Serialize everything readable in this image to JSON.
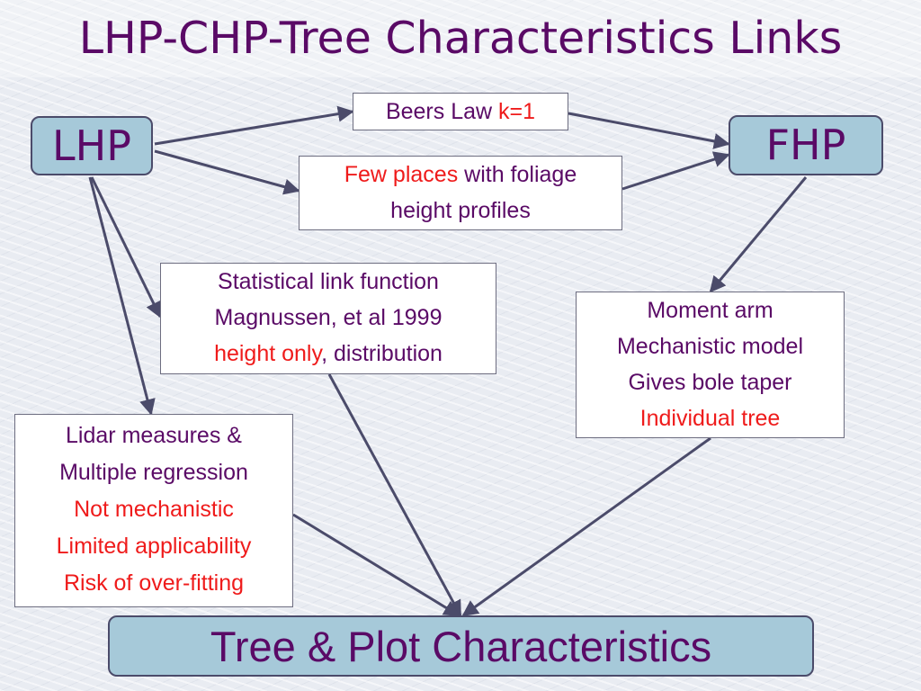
{
  "slide": {
    "title": "LHP-CHP-Tree Characteristics Links"
  },
  "colors": {
    "title_text": "#5a0a66",
    "highlight": "#ef1b1b",
    "hp_box_fill": "#a6c9d9",
    "arrow": "#4b4b6a"
  },
  "nodes": {
    "lhp": {
      "label": "LHP"
    },
    "fhp": {
      "label": "FHP"
    },
    "beers": {
      "text": "Beers Law ",
      "highlight": "k=1"
    },
    "few_places": {
      "highlight": "Few places",
      "text": " with foliage",
      "line2": "height profiles"
    },
    "statistical": {
      "line1": "Statistical link function",
      "line2": "Magnussen, et al 1999",
      "line3_highlight": "height only",
      "line3_rest": ", distribution"
    },
    "moment": {
      "line1": "Moment arm",
      "line2": "Mechanistic model",
      "line3": "Gives bole taper",
      "line4_highlight": "Individual tree"
    },
    "lidar": {
      "line1": "Lidar measures &",
      "line2": "Multiple regression",
      "line3_highlight": "Not mechanistic",
      "line4_highlight": "Limited applicability",
      "line5_highlight": "Risk of over-fitting"
    },
    "tree_plot": {
      "label": "Tree & Plot Characteristics"
    }
  },
  "edges": [
    {
      "from": "lhp",
      "to": "beers"
    },
    {
      "from": "lhp",
      "to": "few_places"
    },
    {
      "from": "beers",
      "to": "fhp"
    },
    {
      "from": "few_places",
      "to": "fhp"
    },
    {
      "from": "lhp",
      "to": "statistical"
    },
    {
      "from": "lhp",
      "to": "lidar"
    },
    {
      "from": "fhp",
      "to": "moment"
    },
    {
      "from": "statistical",
      "to": "tree_plot"
    },
    {
      "from": "moment",
      "to": "tree_plot"
    },
    {
      "from": "lidar",
      "to": "tree_plot"
    }
  ]
}
